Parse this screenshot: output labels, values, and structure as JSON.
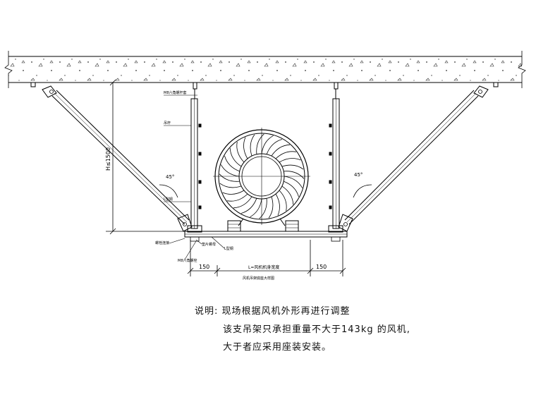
{
  "labels": {
    "anchor_top": "M8六角螺杆套",
    "hanger_rod": "吊杆",
    "angle_left": "45°",
    "angle_right": "45°",
    "angle_steel": "L型钢",
    "bolt_plate": "螺栓连接",
    "washer": "垫片螺母",
    "hex_bolt": "M8六角螺栓",
    "beam_steel": "L型钢",
    "dim_height": "H≤1500",
    "dim_left": "150",
    "dim_center": "L=风机机身宽度",
    "dim_right": "150",
    "bottom_caption": "风机吊架底座大样图"
  },
  "notes": {
    "title": "说明: 现场根据风机外形再进行调整",
    "line1": "该支吊架只承担重量不大于143kg 的风机,",
    "line2": "大于者应采用座装安装。"
  }
}
